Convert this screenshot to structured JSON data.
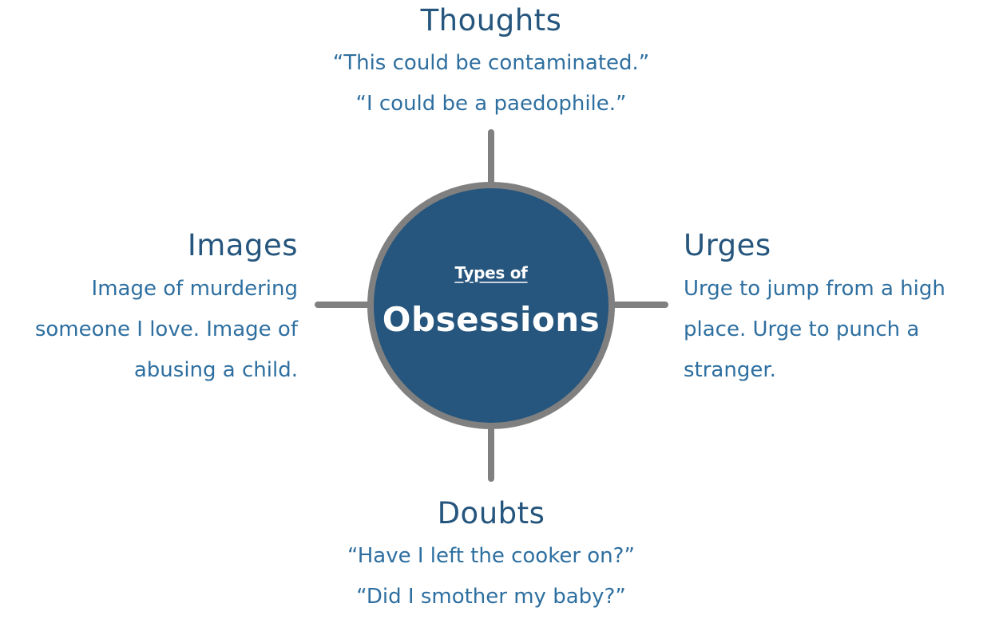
{
  "diagram": {
    "center": {
      "subtitle": "Types of",
      "title": "Obsessions",
      "fill_color": "#26567d",
      "border_color": "#808080"
    },
    "branches": {
      "top": {
        "heading": "Thoughts",
        "lines": [
          "“This could be contaminated.”",
          "“I could be a paedophile.”"
        ]
      },
      "left": {
        "heading": "Images",
        "lines": [
          "Image of murdering",
          "someone I love. Image of",
          "abusing a child."
        ]
      },
      "right": {
        "heading": "Urges",
        "lines": [
          "Urge to jump from a high",
          "place. Urge to punch a",
          "stranger."
        ]
      },
      "bottom": {
        "heading": "Doubts",
        "lines": [
          "“Have I left the cooker on?”",
          "“Did I smother my baby?”"
        ]
      }
    },
    "colors": {
      "heading": "#26567d",
      "body": "#2e6fa0",
      "connector": "#808080"
    }
  }
}
